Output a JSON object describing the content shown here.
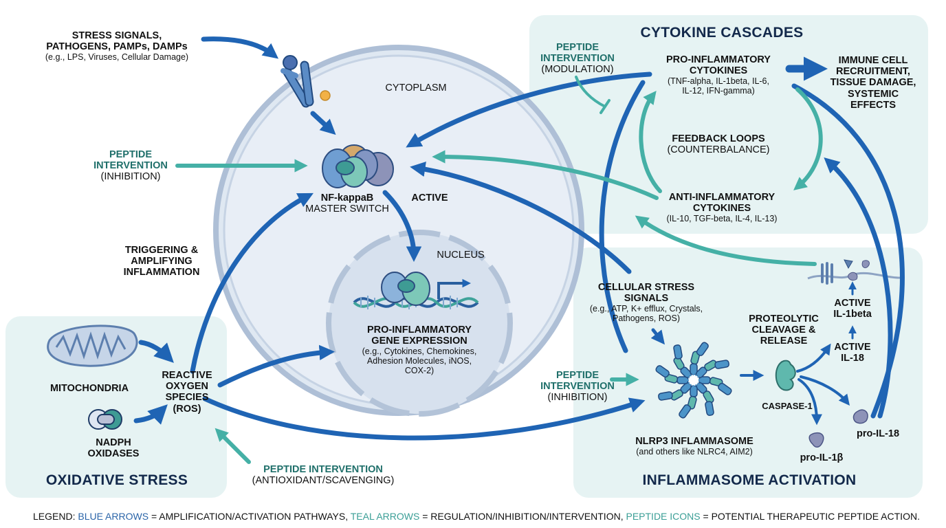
{
  "colors": {
    "blue_arrow": "#1f64b4",
    "teal_arrow": "#45b0a6",
    "panel_bg": "#e6f3f3",
    "heading": "#13294b",
    "peptide_text": "#1f6f6a"
  },
  "stress_signals": {
    "title_line1": "STRESS SIGNALS,",
    "title_line2": "PATHOGENS, PAMPs, DAMPs",
    "examples": "(e.g., LPS, Viruses, Cellular Damage)"
  },
  "cell": {
    "cytoplasm_label": "CYTOPLASM",
    "nucleus_label": "NUCLEUS",
    "nfkb_title": "NF-kappaB",
    "nfkb_sub": "MASTER SWITCH",
    "active_label": "ACTIVE",
    "gene_title_line1": "PRO-INFLAMMATORY",
    "gene_title_line2": "GENE EXPRESSION",
    "gene_examples_line1": "(e.g., Cytokines, Chemokines,",
    "gene_examples_line2": "Adhesion Molecules, iNOS,",
    "gene_examples_line3": "COX-2)"
  },
  "peptide_inhibition_left": {
    "line1": "PEPTIDE",
    "line2": "INTERVENTION",
    "line3": "(INHIBITION)"
  },
  "triggering": {
    "line1": "TRIGGERING &",
    "line2": "AMPLIFYING",
    "line3": "INFLAMMATION"
  },
  "oxidative_stress": {
    "heading": "OXIDATIVE STRESS",
    "mitochondria": "MITOCHONDRIA",
    "nadph_line1": "NADPH",
    "nadph_line2": "OXIDASES",
    "ros_line1": "REACTIVE",
    "ros_line2": "OXYGEN",
    "ros_line3": "SPECIES",
    "ros_line4": "(ROS)"
  },
  "peptide_antioxidant": {
    "line1": "PEPTIDE INTERVENTION",
    "line2": "(ANTIOXIDANT/SCAVENGING)"
  },
  "cytokine_cascades": {
    "heading": "CYTOKINE CASCADES",
    "peptide_line1": "PEPTIDE",
    "peptide_line2": "INTERVENTION",
    "peptide_line3": "(MODULATION)",
    "pro_line1": "PRO-INFLAMMATORY",
    "pro_line2": "CYTOKINES",
    "pro_examples_line1": "(TNF-alpha, IL-1beta, IL-6,",
    "pro_examples_line2": "IL-12, IFN-gamma)",
    "effects_line1": "IMMUNE CELL",
    "effects_line2": "RECRUITMENT,",
    "effects_line3": "TISSUE DAMAGE,",
    "effects_line4": "SYSTEMIC",
    "effects_line5": "EFFECTS",
    "feedback_line1": "FEEDBACK LOOPS",
    "feedback_line2": "(COUNTERBALANCE)",
    "anti_line1": "ANTI-INFLAMMATORY",
    "anti_line2": "CYTOKINES",
    "anti_examples": "(IL-10, TGF-beta, IL-4, IL-13)"
  },
  "inflammasome": {
    "heading": "INFLAMMASOME ACTIVATION",
    "stress_line1": "CELLULAR STRESS",
    "stress_line2": "SIGNALS",
    "stress_examples_line1": "(e.g., ATP, K+ efflux, Crystals,",
    "stress_examples_line2": "Pathogens, ROS)",
    "peptide_line1": "PEPTIDE",
    "peptide_line2": "INTERVENTION",
    "peptide_line3": "(INHIBITION)",
    "nlrp3_title": "NLRP3 INFLAMMASOME",
    "nlrp3_sub": "(and others like NLRC4, AIM2)",
    "cleavage_line1": "PROTEOLYTIC",
    "cleavage_line2": "CLEAVAGE &",
    "cleavage_line3": "RELEASE",
    "caspase": "CASPASE-1",
    "active_il1_line1": "ACTIVE",
    "active_il1_line2": "IL-1beta",
    "active_il18_line1": "ACTIVE",
    "active_il18_line2": "IL-18",
    "pro_il1b": "pro-IL-1β",
    "pro_il18": "pro-IL-18"
  },
  "legend": {
    "prefix": "LEGEND: ",
    "blue_term": "BLUE ARROWS",
    "blue_desc": " = AMPLIFICATION/ACTIVATION PATHWAYS, ",
    "teal_term": "TEAL ARROWS",
    "teal_desc": " = REGULATION/INHIBITION/INTERVENTION, ",
    "peptide_term": "PEPTIDE ICONS",
    "peptide_desc": " = POTENTIAL THERAPEUTIC PEPTIDE ACTION."
  }
}
